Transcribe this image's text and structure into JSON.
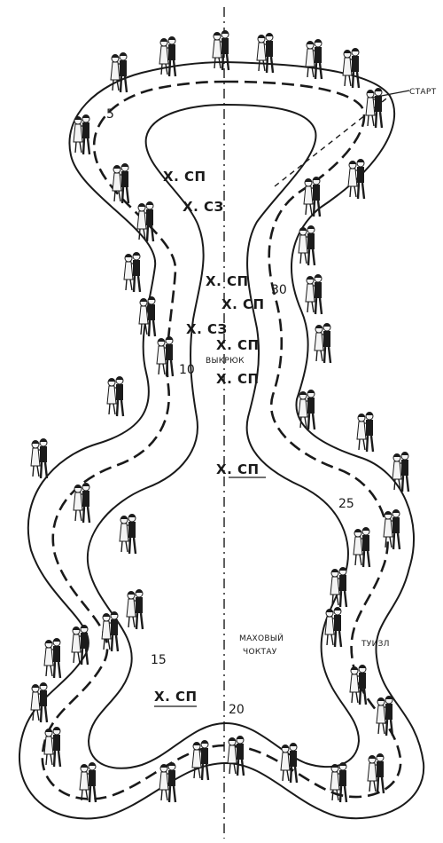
{
  "labels": {
    "start": "СТАРТ",
    "num_5": "5",
    "num_10": "10",
    "num_15": "15",
    "num_20": "20",
    "num_25": "25",
    "num_30": "30",
    "xsp_1": "Х. СП",
    "xsz_1": "Х. СЗ",
    "xsp_2": "Х. СП",
    "xsp_3": "Х. СП",
    "xsz_2": "Х. СЗ",
    "xsp_4": "Х. СП",
    "vykruk": "ВЫКРЮК",
    "xsp_5": "Х. СП",
    "xsp_6": "Х. СП",
    "xsp_7": "Х. СП",
    "makhovyi": "МАХОВЫЙ",
    "choktau": "ЧОКТАУ",
    "tuizl": "ТУИЗЛ"
  },
  "colors": {
    "ink": "#1a1a1a",
    "paper": "#ffffff"
  }
}
